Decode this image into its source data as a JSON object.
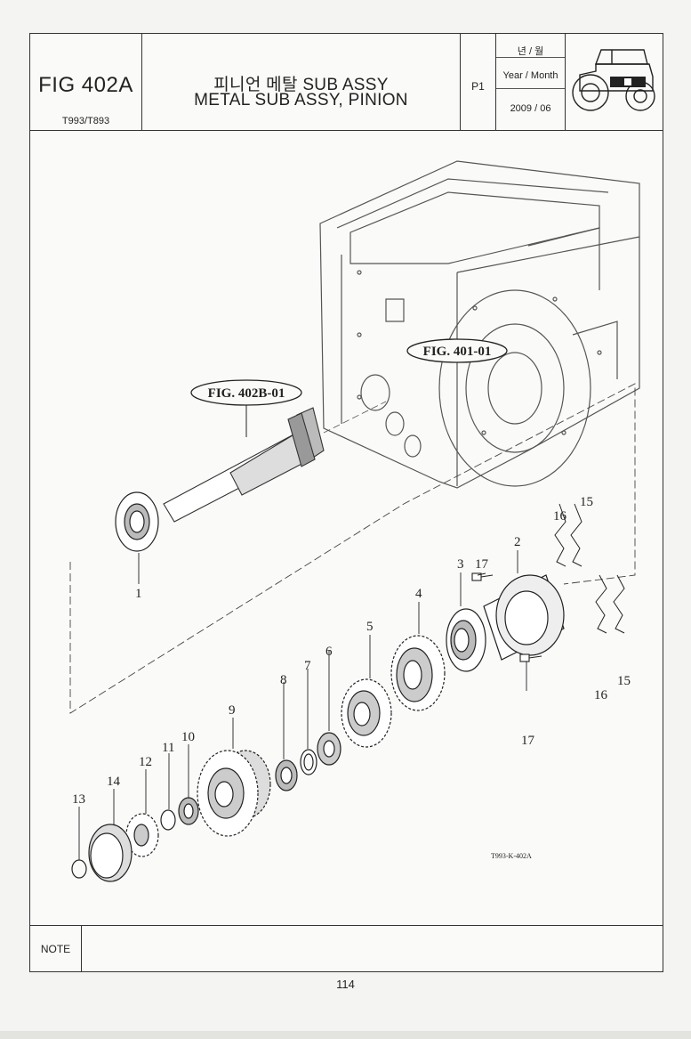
{
  "header": {
    "fig_id": "FIG 402A",
    "models": "T993/T893",
    "title_korean": "피니언 메탈 SUB ASSY",
    "title_english": "METAL SUB ASSY, PINION",
    "page_code": "P1",
    "year_month_korean": "년 / 월",
    "year_month_label": "Year / Month",
    "date": "2009 / 06",
    "icon": "tractor-icon"
  },
  "drawing": {
    "references": [
      "FIG. 402B-01",
      "FIG. 401-01"
    ],
    "callouts": [
      "1",
      "2",
      "3",
      "4",
      "5",
      "6",
      "7",
      "8",
      "9",
      "10",
      "11",
      "12",
      "13",
      "14",
      "15",
      "15",
      "16",
      "16",
      "17",
      "17"
    ],
    "drawing_code": "T993-K-402A"
  },
  "note": {
    "label": "NOTE",
    "text": ""
  },
  "page_number": "114"
}
